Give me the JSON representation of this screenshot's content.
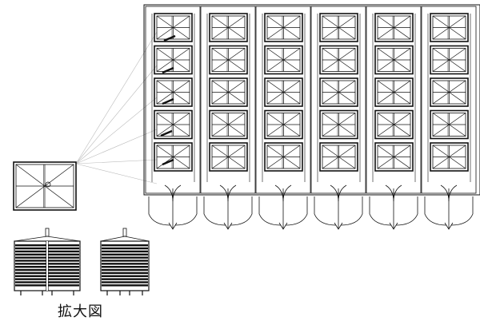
{
  "drawing": {
    "caption": "拡大図",
    "line_color": "#111111",
    "guide_color": "#bbbbbb",
    "units": 6,
    "rows_per_unit": 5,
    "door_icon": "swing-door-arrow-icon"
  }
}
